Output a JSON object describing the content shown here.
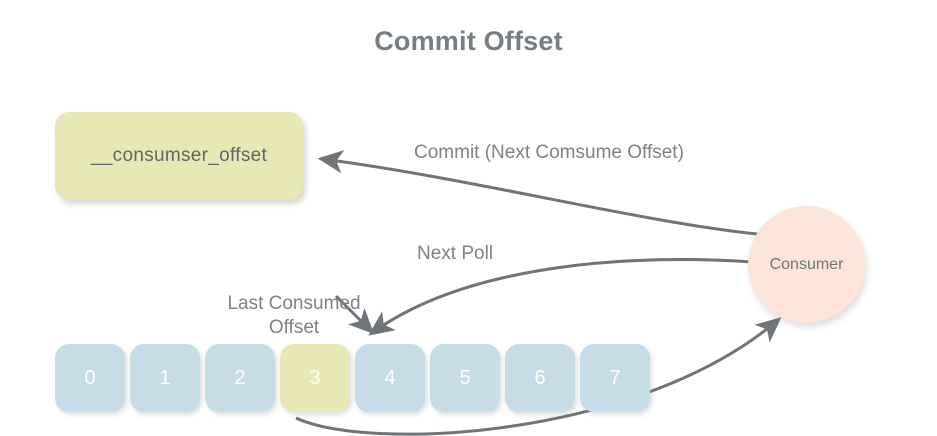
{
  "page": {
    "title": "Commit Offset",
    "background": "#ffffff"
  },
  "colors": {
    "title_text": "#767d83",
    "annotation_text": "#7c8287",
    "offset_box_fill": "#e7e8b6",
    "offset_box_text": "#5f6568",
    "partition_fill": "#c6dce7",
    "partition_highlight_fill": "#e7e8b6",
    "partition_text": "#ffffff",
    "consumer_fill": "#fae5d8",
    "consumer_text": "#6f7478",
    "arrow_stroke": "#6f7479"
  },
  "offset_topic": {
    "label": "__consumser_offset"
  },
  "consumer": {
    "label": "Consumer"
  },
  "partitions": {
    "highlight_index": 3,
    "items": [
      {
        "label": "0"
      },
      {
        "label": "1"
      },
      {
        "label": "2"
      },
      {
        "label": "3"
      },
      {
        "label": "4"
      },
      {
        "label": "5"
      },
      {
        "label": "6"
      },
      {
        "label": "7"
      }
    ]
  },
  "annotations": {
    "commit": "Commit (Next Comsume Offset)",
    "next_poll": "Next Poll",
    "last_consumed_line1": "Last Consumed",
    "last_consumed_line2": "Offset"
  },
  "arrows": [
    {
      "name": "commit-arrow",
      "from": "consumer",
      "to": "offset-topic",
      "label": "Commit (Next Comsume Offset)"
    },
    {
      "name": "next-poll-arrow",
      "from": "consumer",
      "to": "partition-4",
      "label": "Next Poll"
    },
    {
      "name": "last-consumed-arrow",
      "from": "last-consumed-offset-label",
      "to": "partition-3"
    },
    {
      "name": "consume-arrow",
      "from": "partition-3",
      "to": "consumer"
    }
  ]
}
